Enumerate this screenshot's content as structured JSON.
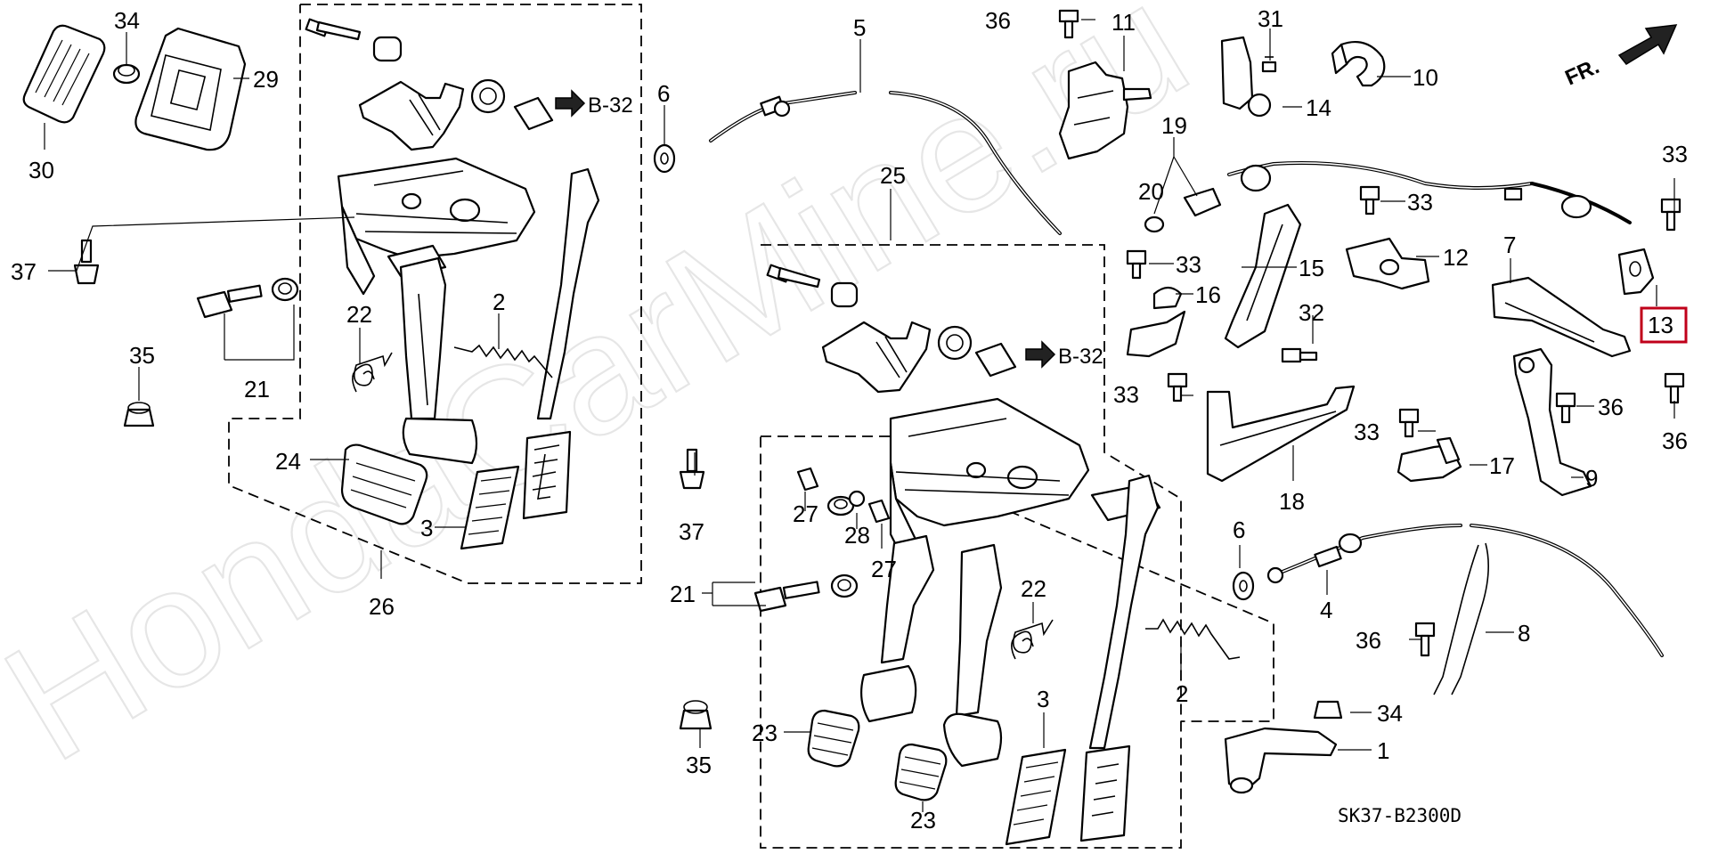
{
  "watermark": "HondaCarMine.ru",
  "diagram_code": "SK37-B2300D",
  "front_indicator": "FR.",
  "reference": "B-32",
  "highlighted_part": "13",
  "callouts": {
    "c30": "30",
    "c34a": "34",
    "c29": "29",
    "c37a": "37",
    "c21a": "21",
    "c35a": "35",
    "c22a": "22",
    "c2a": "2",
    "c24": "24",
    "c3a": "3",
    "c26": "26",
    "c6a": "6",
    "c5": "5",
    "c36a": "36",
    "c11": "11",
    "c31": "31",
    "c14": "14",
    "c10": "10",
    "c19": "19",
    "c20": "20",
    "c33a": "33",
    "c33b": "33",
    "c33c": "33",
    "c33d": "33",
    "c33e": "33",
    "c12": "12",
    "c15": "15",
    "c16": "16",
    "c32": "32",
    "c7": "7",
    "c13": "13",
    "c36b": "36",
    "c36c": "36",
    "c17": "17",
    "c9": "9",
    "c18": "18",
    "c25": "25",
    "c37b": "37",
    "c27a": "27",
    "c28": "28",
    "c27b": "27",
    "c21b": "21",
    "c22b": "22",
    "c2b": "2",
    "c3b": "3",
    "c23a": "23",
    "c23b": "23",
    "c35b": "35",
    "c6b": "6",
    "c4": "4",
    "c8": "8",
    "c36d": "36",
    "c34b": "34",
    "c1": "1"
  }
}
